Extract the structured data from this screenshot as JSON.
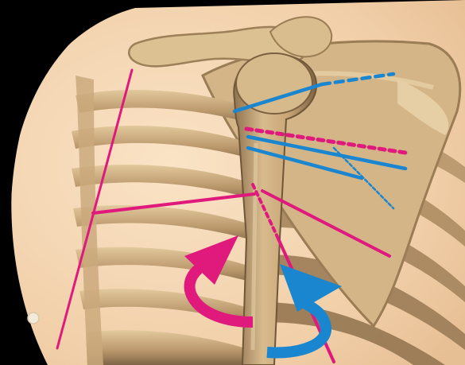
{
  "image": {
    "background": "#000000",
    "colors": {
      "skin": "#f5d6b3",
      "bone": "#c9a777",
      "bone_shadow": "#8f7350",
      "bone_highlight": "#e6cfa6",
      "magenta": "#e0197d",
      "blue": "#1a86d0"
    },
    "elements": [
      "torso-silhouette",
      "clavicle",
      "scapula",
      "humerus",
      "rib-cage",
      "magenta-axis-lines",
      "blue-axis-lines",
      "magenta-rotation-arrow",
      "blue-rotation-arrow"
    ]
  }
}
